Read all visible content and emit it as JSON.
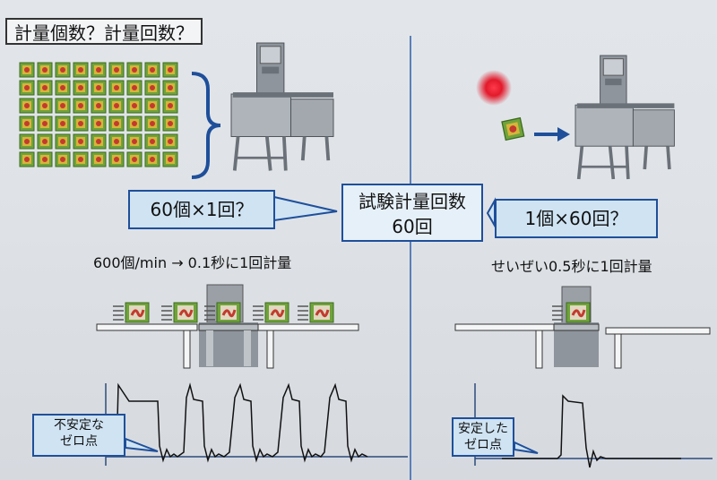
{
  "title": "計量個数？計量回数？",
  "center": {
    "line1": "試験計量回数",
    "line2": "60回"
  },
  "left_callout": "60個×1回？",
  "right_callout": "1個×60回？",
  "left_note": "600個/min → 0.1秒に1回計量",
  "right_note": "せいぜい0.5秒に1回計量",
  "left_small": {
    "line1": "不安定な",
    "line2": "ゼロ点"
  },
  "right_small": {
    "line1": "安定した",
    "line2": "ゼロ点"
  },
  "colors": {
    "accent": "#1f4f9a",
    "callout_fill": "#cfe3f3",
    "package": "#6fa33b",
    "red_light": "#e21a2b"
  }
}
